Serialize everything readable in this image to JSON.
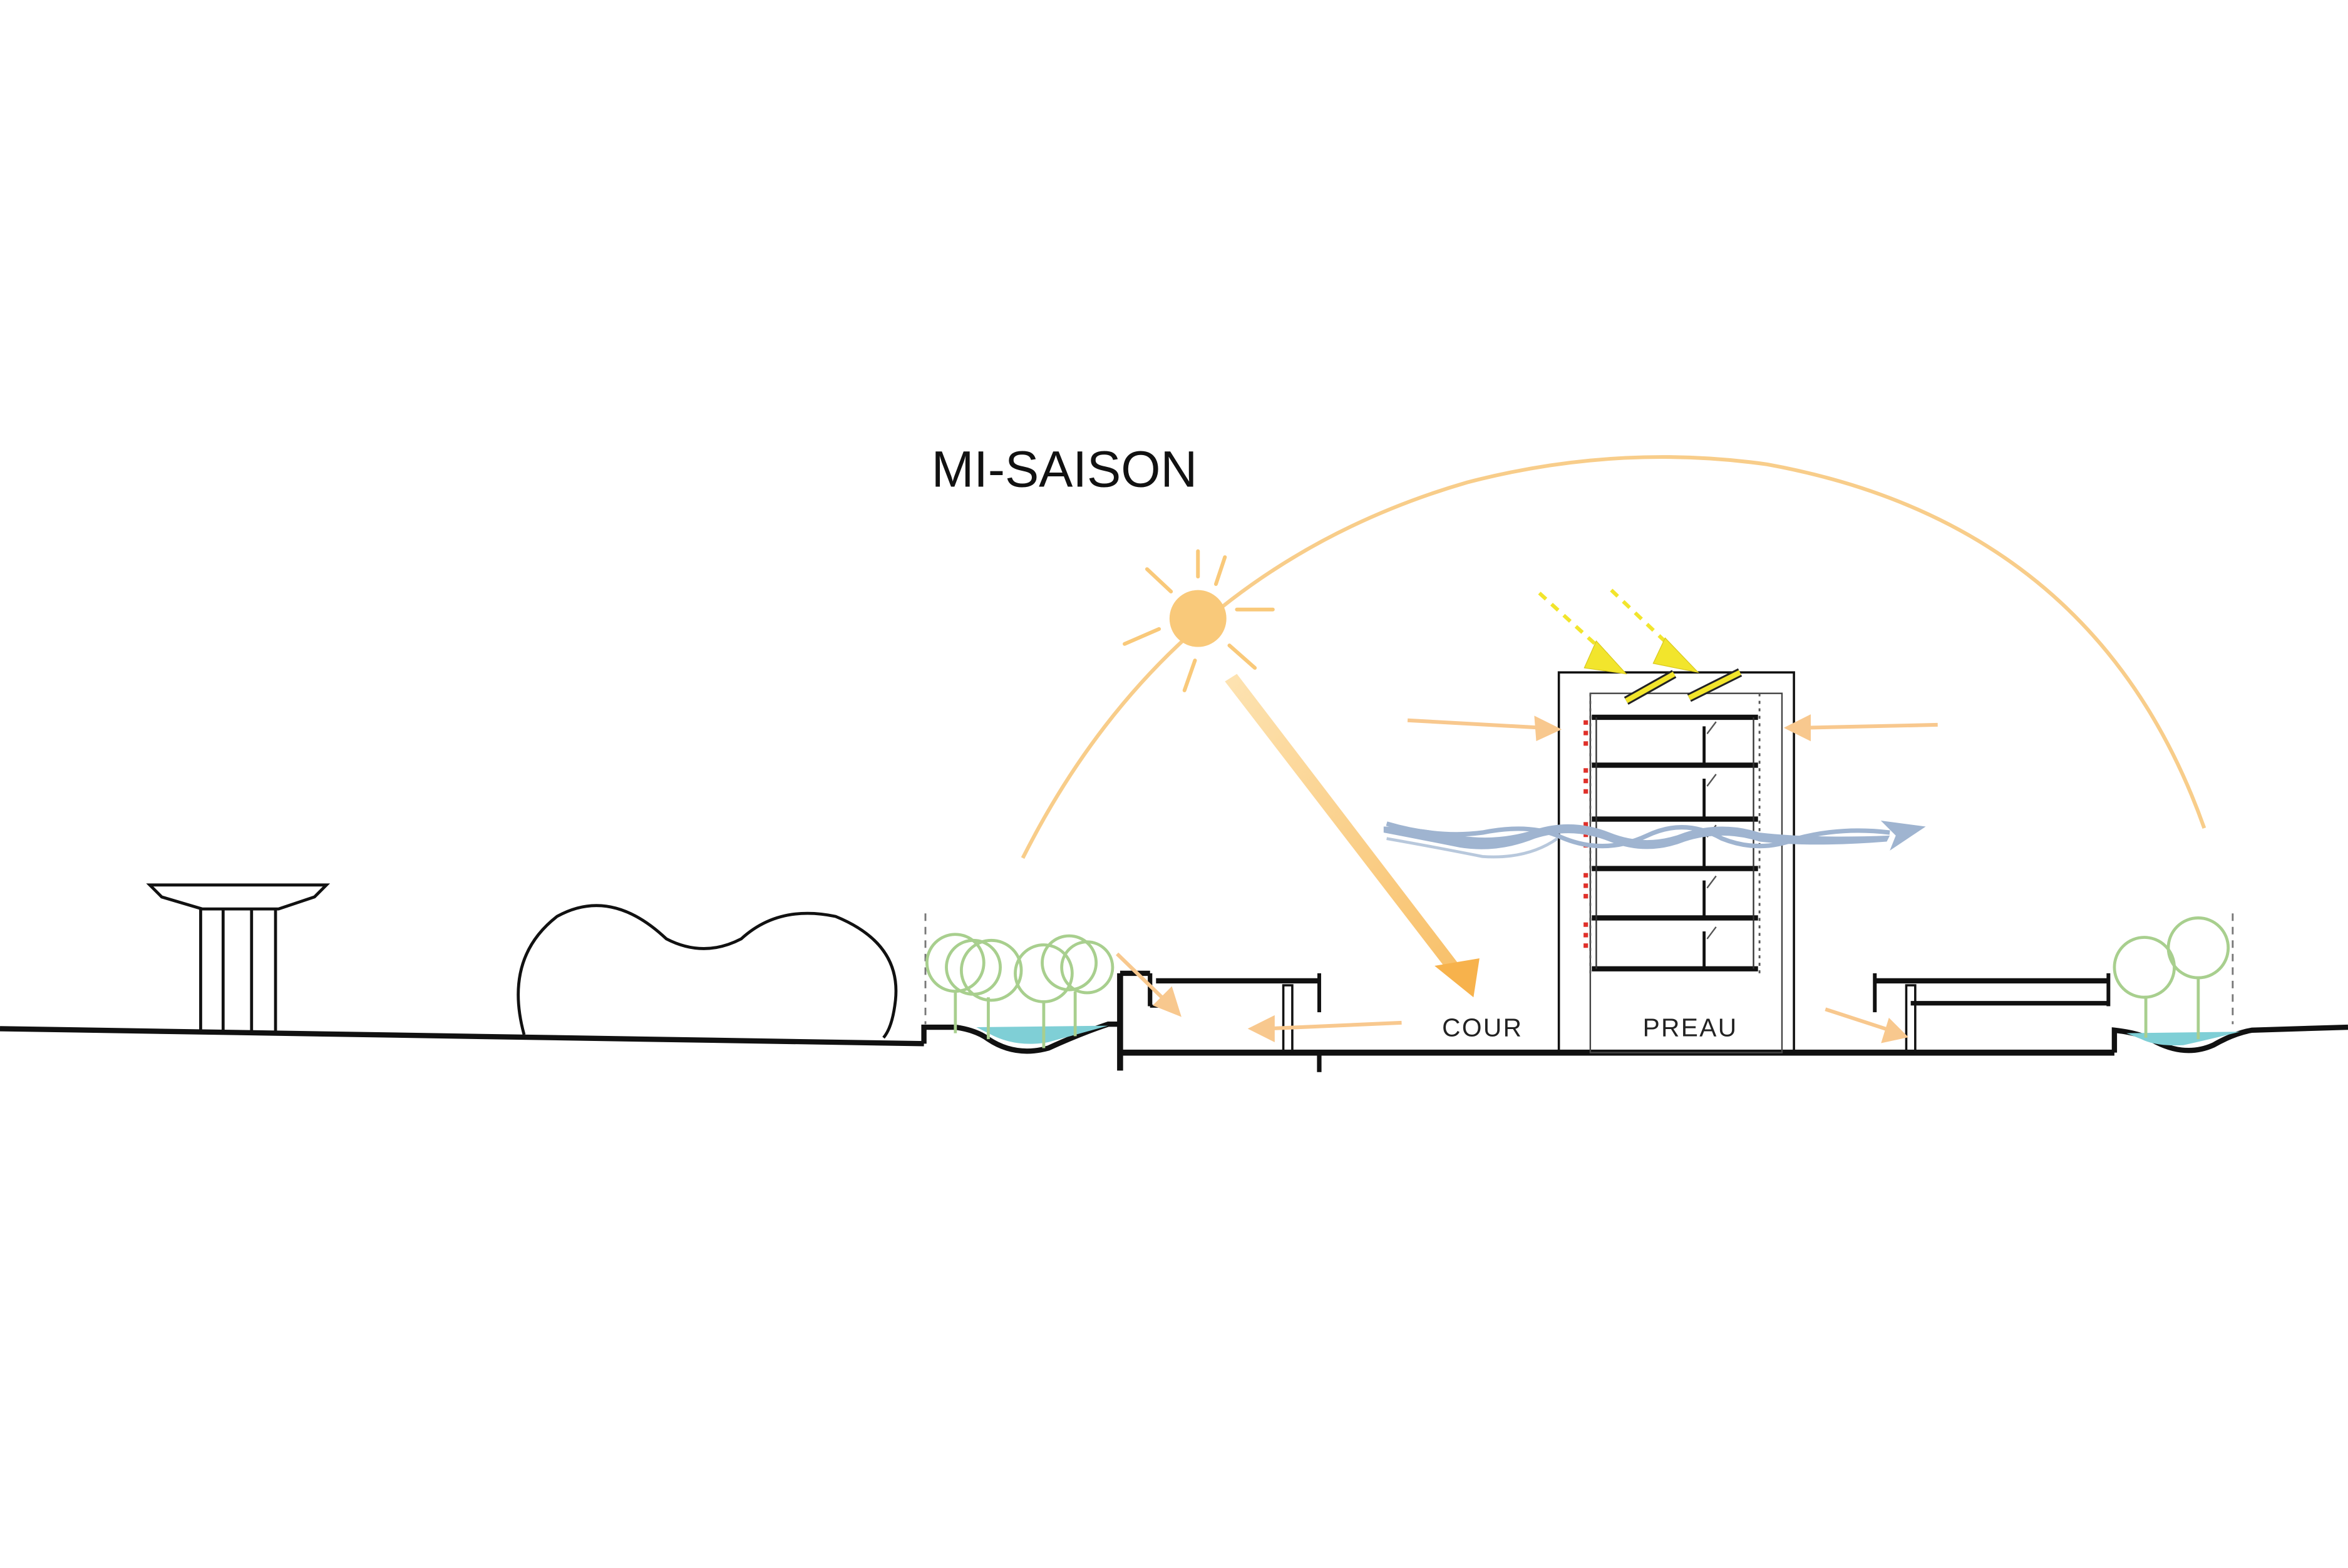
{
  "diagram": {
    "title": "MI-SAISON",
    "labels": {
      "courtyard": "COUR",
      "covered_yard": "PREAU"
    }
  },
  "colors": {
    "sun": "#f9c97a",
    "sun_path": "#f8cd8a",
    "solar_arrow": "#f2e52c",
    "airflow": "#9fb4d0",
    "water": "#7fcfd6",
    "trees": "#a8cf8e",
    "ground": "#111111",
    "insulation_marker": "#e0302a"
  },
  "icons": [
    "sun-icon",
    "solar-panel-icon",
    "tree-icon",
    "wind-icon"
  ]
}
